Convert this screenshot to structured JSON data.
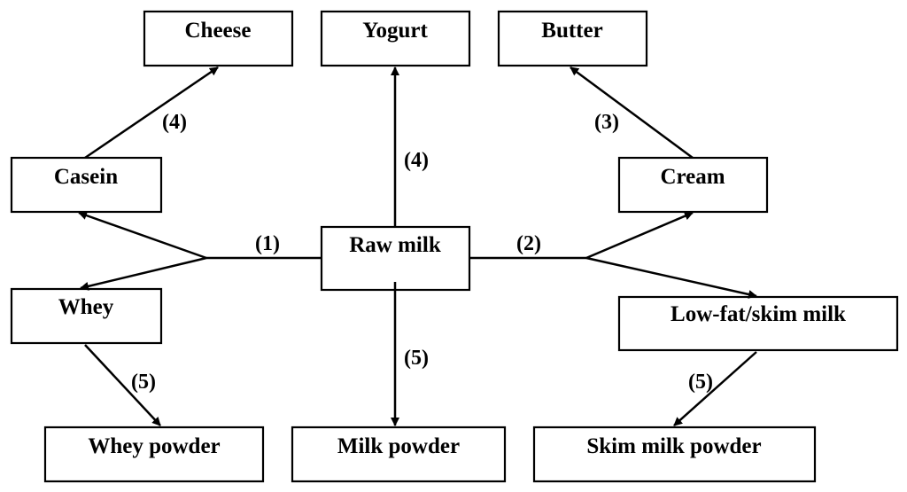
{
  "nodes": {
    "raw_milk": "Raw milk",
    "cheese": "Cheese",
    "yogurt": "Yogurt",
    "butter": "Butter",
    "casein": "Casein",
    "cream": "Cream",
    "whey": "Whey",
    "low_fat_skim_milk": "Low-fat/skim milk",
    "whey_powder": "Whey powder",
    "milk_powder": "Milk powder",
    "skim_milk_powder": "Skim milk powder"
  },
  "steps": {
    "raw_to_left": "(1)",
    "raw_to_right": "(2)",
    "cream_to_butter": "(3)",
    "casein_to_cheese": "(4)",
    "raw_to_yogurt": "(4)",
    "raw_to_milk_powder": "(5)",
    "whey_to_whey_powder": "(5)",
    "skim_to_skim_powder": "(5)"
  }
}
